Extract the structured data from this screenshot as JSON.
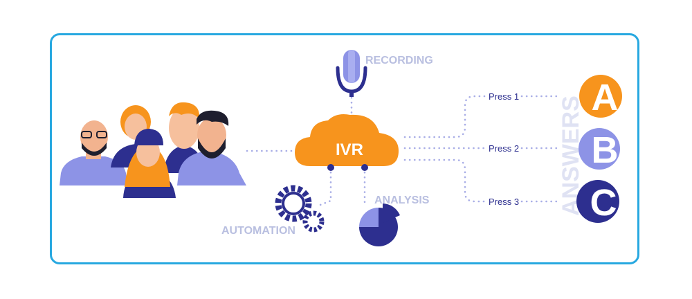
{
  "diagram": {
    "center_label": "IVR",
    "recording_label": "RECORDING",
    "automation_label": "AUTOMATION",
    "analysis_label": "ANALYSIS",
    "answers_label": "ANSWERS",
    "options": [
      {
        "press": "Press 1",
        "letter": "A"
      },
      {
        "press": "Press 2",
        "letter": "B"
      },
      {
        "press": "Press 3",
        "letter": "C"
      }
    ]
  },
  "colors": {
    "frame": "#27a8e0",
    "cloud": "#f7941d",
    "navy": "#2d2f8f",
    "lavender": "#8d93e6",
    "label_gray": "#b9bfe0",
    "dots": "#a8ade6"
  },
  "icons": [
    "microphone-icon",
    "cloud-icon",
    "gears-icon",
    "pie-chart-icon",
    "people-group-illustration"
  ]
}
